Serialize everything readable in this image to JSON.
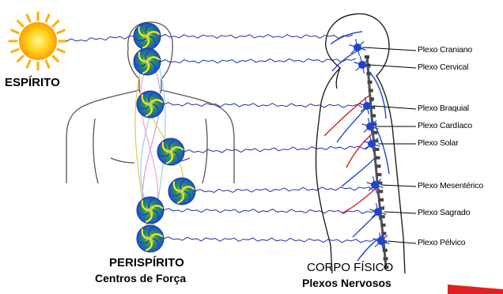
{
  "labels": {
    "espirito": "ESPÍRITO",
    "perispirito": "PERISPÍRITO",
    "centros": "Centros de Força",
    "corpo": "CORPO FÍSICO",
    "plexos_title": "Plexos Nervosos"
  },
  "plexos": [
    {
      "id": "craniano",
      "name": "Plexo Craniano"
    },
    {
      "id": "cervical",
      "name": "Plexo Cervical"
    },
    {
      "id": "braquial",
      "name": "Plexo Braquial"
    },
    {
      "id": "cardiaco",
      "name": "Plexo Cardíaco"
    },
    {
      "id": "solar",
      "name": "Plexo Solar"
    },
    {
      "id": "mesenterico",
      "name": "Plexo Mesentérico"
    },
    {
      "id": "sagrado",
      "name": "Plexo Sagrado"
    },
    {
      "id": "pelvico",
      "name": "Plexo Pélvico"
    }
  ],
  "colors": {
    "sun": "#ffd21a",
    "sun_core": "#ff9c00",
    "chakra_blue": "#1a4fd6",
    "chakra_green": "#2e9b3e",
    "chakra_yellow": "#f2e33a",
    "wire": "#2233aa",
    "nerve_blue": "#2244cc",
    "nerve_red": "#d22020",
    "flag": "#e02020"
  }
}
